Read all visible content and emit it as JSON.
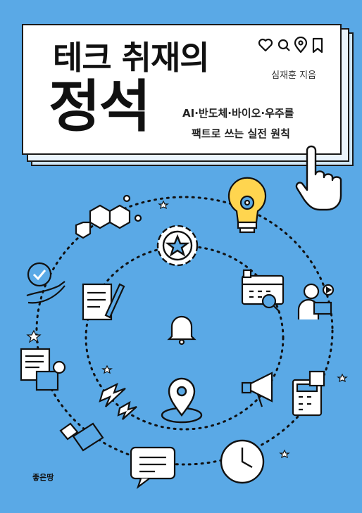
{
  "cover": {
    "title_line1": "테크 취재의",
    "title_line2": "정석",
    "author": "심재훈 지음",
    "subtitle_line1": "AI·반도체·바이오·우주를",
    "subtitle_line2": "팩트로 쓰는 실전 원칙",
    "publisher": "좋은땅"
  },
  "colors": {
    "background": "#5AA9E6",
    "ink": "#111111",
    "card": "#FFFFFF"
  },
  "icons": [
    "heart-icon",
    "search-icon",
    "location-pin-icon",
    "bookmark-icon",
    "hand-pointer-icon",
    "molecule-icon",
    "lightbulb-gear-icon",
    "gear-star-icon",
    "checkmark-hand-icon",
    "document-pen-icon",
    "calendar-search-icon",
    "person-laptop-icon",
    "bell-icon",
    "notebook-info-icon",
    "lightning-icon",
    "location-pin-icon",
    "megaphone-icon",
    "calculator-dollar-icon",
    "usb-drive-icon",
    "chat-bubble-icon",
    "clock-icon"
  ]
}
